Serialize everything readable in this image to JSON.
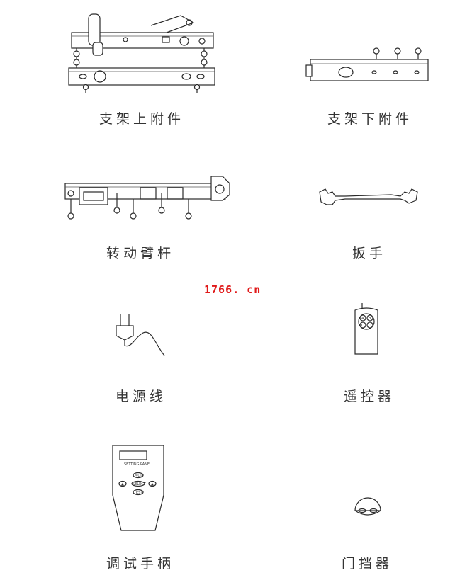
{
  "items": [
    {
      "label": "支架上附件",
      "icon": "upper-bracket-icon"
    },
    {
      "label": "支架下附件",
      "icon": "lower-bracket-icon"
    },
    {
      "label": "转动臂杆",
      "icon": "rotating-arm-icon"
    },
    {
      "label": "扳手",
      "icon": "wrench-icon"
    },
    {
      "label": "电源线",
      "icon": "power-cord-icon"
    },
    {
      "label": "遥控器",
      "icon": "remote-control-icon"
    },
    {
      "label": "调试手柄",
      "icon": "debug-handle-icon"
    },
    {
      "label": "门挡器",
      "icon": "door-stopper-icon"
    }
  ],
  "watermark": "1766. cn",
  "remote": {
    "buttons": [
      "A",
      "B",
      "C",
      "D"
    ]
  },
  "handle": {
    "panel_title": "SETTING PANEL",
    "buttons": [
      "MOD",
      "SELECT",
      "TEST"
    ]
  }
}
